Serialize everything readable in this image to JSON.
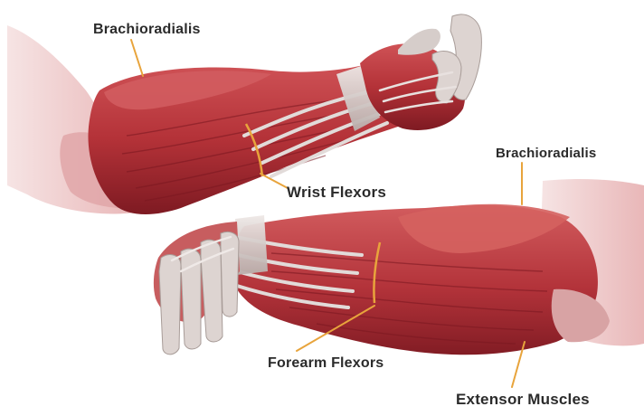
{
  "labels": {
    "brachioradialis_top": "Brachioradialis",
    "wrist_flexors": "Wrist Flexors",
    "brachioradialis_right": "Brachioradialis",
    "forearm_flexors": "Forearm Flexors",
    "extensor_muscles": "Extensor Muscles"
  },
  "colors": {
    "muscle": "#b8353a",
    "muscle_dark": "#8e1e26",
    "muscle_light": "#d9686a",
    "tendon": "#d8cfcc",
    "skin": "#f1d2d2",
    "leader": "#e8a43c",
    "text": "#2b2b2b"
  }
}
